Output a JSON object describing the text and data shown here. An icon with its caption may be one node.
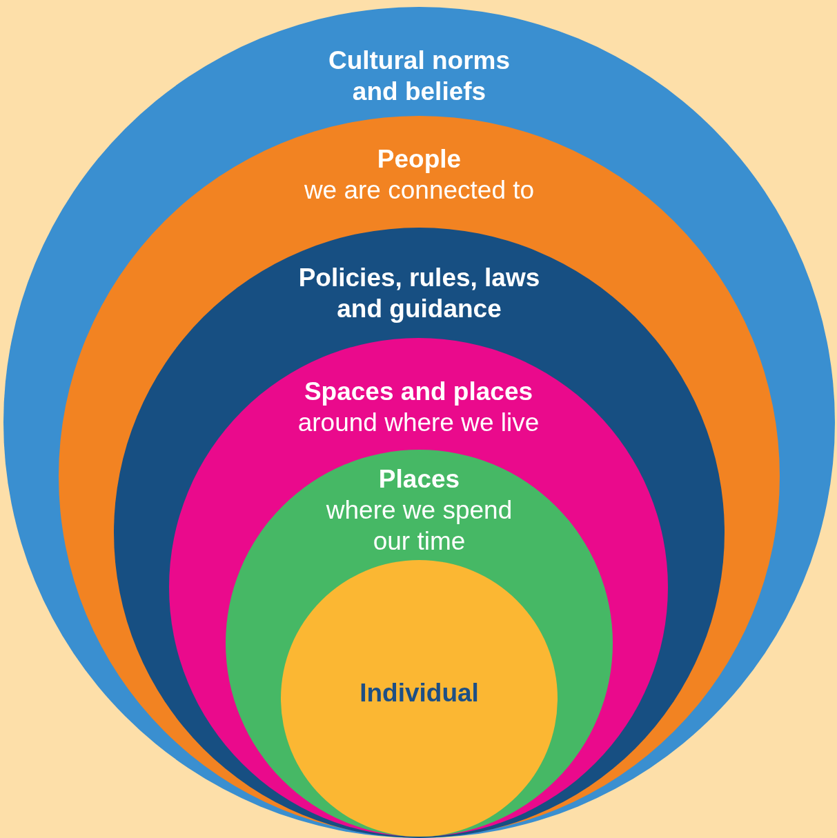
{
  "diagram": {
    "nodes": [
      {
        "text": [
          "Cultural norms and beliefs"
        ]
      },
      {
        "text": [
          "People",
          "we are connected to"
        ],
        "in": 0
      },
      {
        "text": [
          "Policies, rules, laws and guidance"
        ],
        "in": 1
      },
      {
        "text": [
          "Spaces and places",
          "around where we live"
        ],
        "in": 2
      },
      {
        "text": [
          "Places",
          "where we spend our time"
        ],
        "in": 3
      },
      {
        "text": [
          "Individual"
        ],
        "in": 4
      }
    ]
  }
}
